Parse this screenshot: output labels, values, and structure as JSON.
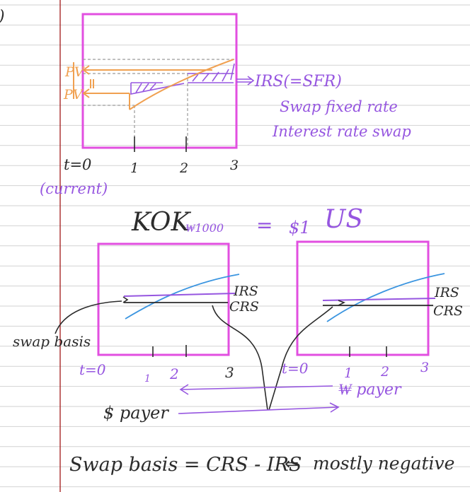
{
  "colors": {
    "rule_line": "#d2d2d2",
    "margin_line": "#a01818",
    "box": "#e24fe0",
    "orange": "#f0a050",
    "purple": "#9656e0",
    "blue": "#3b95e0",
    "ink": "#2b2b2b",
    "dashed": "#9a9a9a"
  },
  "top_diagram": {
    "pv_label_1": "PV",
    "pv_label_2": "PV",
    "irs_label": "IRS(=SFR)",
    "note_line_1": "Swap fixed rate",
    "note_line_2": "Interest rate swap",
    "t0_label": "t=0",
    "tick_1": "1",
    "tick_2": "2",
    "tick_3": "3",
    "current_label": "(current)"
  },
  "equation": {
    "krw": "KOK",
    "krw_sub": "₩1000",
    "equals": "=",
    "usd": "$1",
    "us": "US"
  },
  "left_chart": {
    "irs_label": "IRS",
    "crs_label": "CRS",
    "t0_label": "t=0",
    "tick_1": "1",
    "tick_2": "2",
    "tick_3": "3"
  },
  "right_chart": {
    "irs_label": "IRS",
    "crs_label": "CRS",
    "t0_label": "t=0",
    "tick_1": "1",
    "tick_2": "2",
    "tick_3": "3"
  },
  "swap_basis_label": "swap basis",
  "won_payer": "₩ payer",
  "dollar_payer": "$ payer",
  "formula": "Swap basis = CRS - IRS",
  "formula_arrow": "⇐",
  "formula_note": "mostly negative",
  "page_corner": ")"
}
